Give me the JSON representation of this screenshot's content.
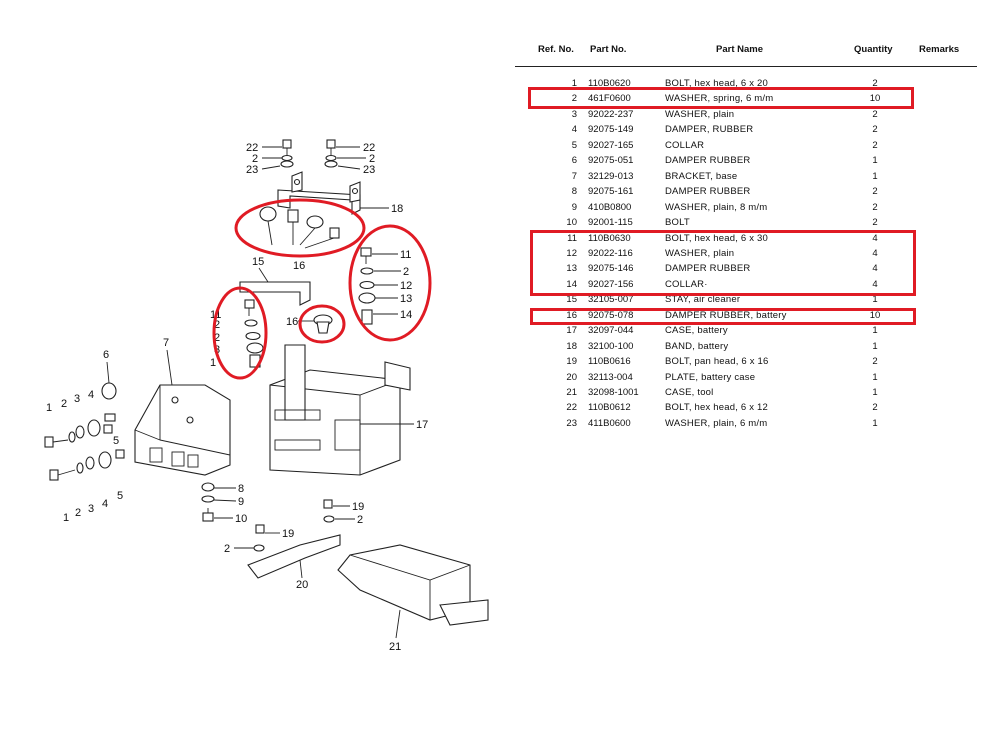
{
  "diagram": {
    "callouts": [
      "22",
      "2",
      "23",
      "22",
      "2",
      "23",
      "18",
      "16",
      "11",
      "2",
      "12",
      "13",
      "14",
      "15",
      "11",
      "2",
      "2",
      "3",
      "1",
      "16",
      "7",
      "6",
      "4",
      "3",
      "2",
      "1",
      "5",
      "1",
      "2",
      "3",
      "4",
      "5",
      "17",
      "8",
      "9",
      "10",
      "19",
      "2",
      "19",
      "2",
      "20",
      "21"
    ]
  },
  "table": {
    "headers": {
      "ref": "Ref. No.",
      "part": "Part No.",
      "name": "Part Name",
      "qty": "Quantity",
      "remarks": "Remarks"
    },
    "rows": [
      {
        "ref": "1",
        "part": "110B0620",
        "name": "BOLT, hex head, 6 x 20",
        "qty": "2"
      },
      {
        "ref": "2",
        "part": "461F0600",
        "name": "WASHER, spring, 6 m/m",
        "qty": "10"
      },
      {
        "ref": "3",
        "part": "92022-237",
        "name": "WASHER, plain",
        "qty": "2"
      },
      {
        "ref": "4",
        "part": "92075-149",
        "name": "DAMPER, RUBBER",
        "qty": "2"
      },
      {
        "ref": "5",
        "part": "92027-165",
        "name": "COLLAR",
        "qty": "2"
      },
      {
        "ref": "6",
        "part": "92075-051",
        "name": "DAMPER RUBBER",
        "qty": "1"
      },
      {
        "ref": "7",
        "part": "32129-013",
        "name": "BRACKET, base",
        "qty": "1"
      },
      {
        "ref": "8",
        "part": "92075-161",
        "name": "DAMPER RUBBER",
        "qty": "2"
      },
      {
        "ref": "9",
        "part": "410B0800",
        "name": "WASHER, plain, 8 m/m",
        "qty": "2"
      },
      {
        "ref": "10",
        "part": "92001-115",
        "name": "BOLT",
        "qty": "2"
      },
      {
        "ref": "11",
        "part": "110B0630",
        "name": "BOLT, hex head, 6 x 30",
        "qty": "4"
      },
      {
        "ref": "12",
        "part": "92022-116",
        "name": "WASHER, plain",
        "qty": "4"
      },
      {
        "ref": "13",
        "part": "92075-146",
        "name": "DAMPER RUBBER",
        "qty": "4"
      },
      {
        "ref": "14",
        "part": "92027-156",
        "name": "COLLAR·",
        "qty": "4"
      },
      {
        "ref": "15",
        "part": "32105-007",
        "name": "STAY, air cleaner",
        "qty": "1"
      },
      {
        "ref": "16",
        "part": "92075-078",
        "name": "DAMPER RUBBER, battery",
        "qty": "10"
      },
      {
        "ref": "17",
        "part": "32097-044",
        "name": "CASE, battery",
        "qty": "1"
      },
      {
        "ref": "18",
        "part": "32100-100",
        "name": "BAND, battery",
        "qty": "1"
      },
      {
        "ref": "19",
        "part": "110B0616",
        "name": "BOLT, pan head, 6 x 16",
        "qty": "2"
      },
      {
        "ref": "20",
        "part": "32113-004",
        "name": "PLATE, battery case",
        "qty": "1"
      },
      {
        "ref": "21",
        "part": "32098-1001",
        "name": "CASE, tool",
        "qty": "1"
      },
      {
        "ref": "22",
        "part": "110B0612",
        "name": "BOLT, hex head, 6 x 12",
        "qty": "2"
      },
      {
        "ref": "23",
        "part": "411B0600",
        "name": "WASHER, plain, 6 m/m",
        "qty": "1"
      }
    ]
  },
  "colors": {
    "highlight": "#e01b24",
    "ink": "#222222"
  }
}
